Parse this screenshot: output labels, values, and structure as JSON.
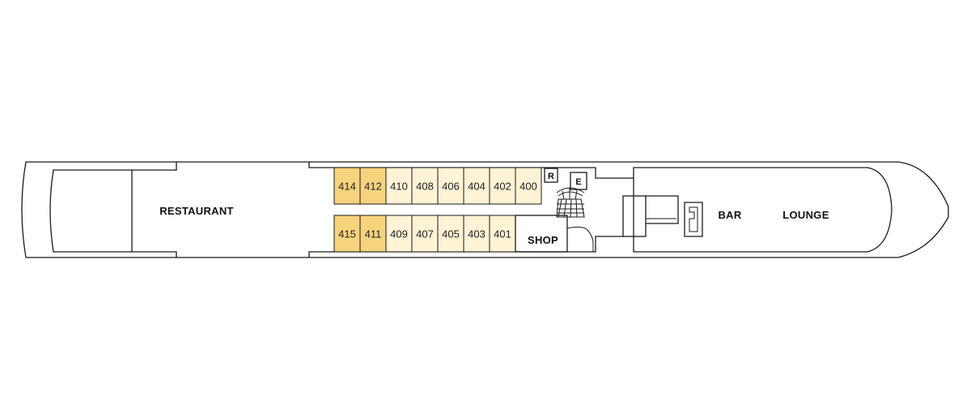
{
  "deck": {
    "areas": {
      "restaurant": "RESTAURANT",
      "shop": "SHOP",
      "bar": "BAR",
      "lounge": "LOUNGE",
      "reception": "R",
      "elevator": "E"
    },
    "colors": {
      "suite": "#F6D47E",
      "cabin": "#FFF3D6",
      "outline": "#1a1a1a"
    },
    "cabins_top": [
      {
        "number": "414",
        "category": "suite"
      },
      {
        "number": "412",
        "category": "suite"
      },
      {
        "number": "410",
        "category": "cabin"
      },
      {
        "number": "408",
        "category": "cabin"
      },
      {
        "number": "406",
        "category": "cabin"
      },
      {
        "number": "404",
        "category": "cabin"
      },
      {
        "number": "402",
        "category": "cabin"
      },
      {
        "number": "400",
        "category": "cabin"
      }
    ],
    "cabins_bottom": [
      {
        "number": "415",
        "category": "suite"
      },
      {
        "number": "411",
        "category": "suite"
      },
      {
        "number": "409",
        "category": "cabin"
      },
      {
        "number": "407",
        "category": "cabin"
      },
      {
        "number": "405",
        "category": "cabin"
      },
      {
        "number": "403",
        "category": "cabin"
      },
      {
        "number": "401",
        "category": "cabin"
      }
    ]
  }
}
